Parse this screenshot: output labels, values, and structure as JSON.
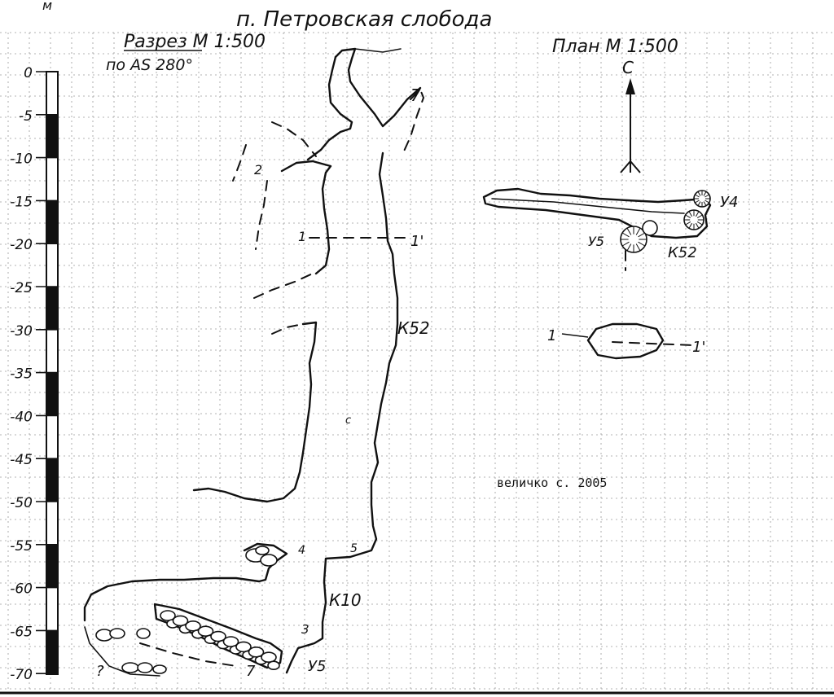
{
  "header": {
    "title": "п. Петровская слобода",
    "section_label": "Разрез  М 1:500",
    "section_azimuth": "по AS 280°",
    "plan_label": "План  М 1:500",
    "north_label": "С"
  },
  "depth_scale": {
    "unit": "м",
    "ticks": [
      "0",
      "-5",
      "-10",
      "-15",
      "-20",
      "-25",
      "-30",
      "-35",
      "-40",
      "-45",
      "-50",
      "-55",
      "-60",
      "-65",
      "-70"
    ]
  },
  "section_labels": {
    "l1": "1",
    "l1p": "1'",
    "l2": "2",
    "l3": "3",
    "l4": "4",
    "l5": "5",
    "l7": "7",
    "lq": "?",
    "lc": "c",
    "k52": "К52",
    "k10": "К10",
    "y5": "У5"
  },
  "plan_labels": {
    "y4": "У4",
    "y5": "У5",
    "k52": "К52",
    "cut_start": "1",
    "cut_end": "1'"
  },
  "credit": "величко с. 2005",
  "colors": {
    "ink": "#111111",
    "grid": "#9a9a9a",
    "paper": "#ffffff"
  }
}
